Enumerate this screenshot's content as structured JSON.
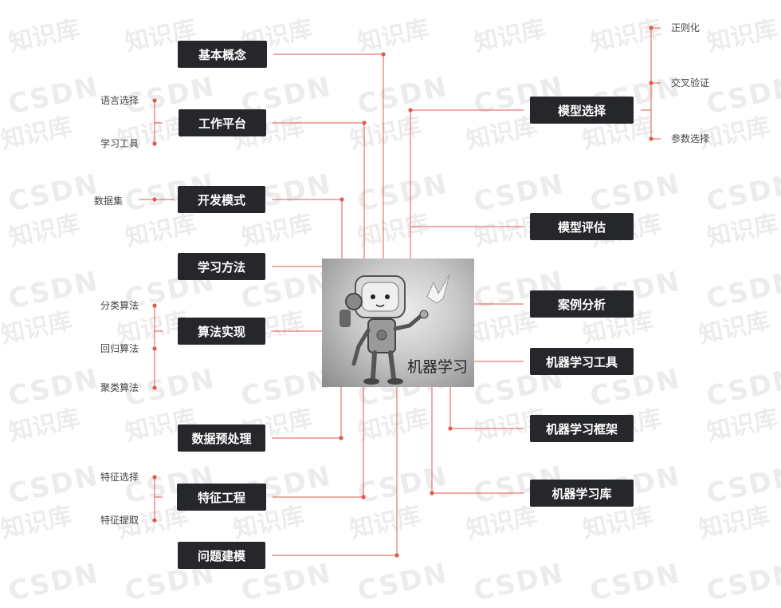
{
  "central_topic": "机器学习",
  "watermark": {
    "brand_a": "知识库",
    "brand_b": "CSDN"
  },
  "left_topics": [
    {
      "label": "基本概念"
    },
    {
      "label": "工作平台",
      "children": [
        "语言选择",
        "学习工具"
      ]
    },
    {
      "label": "开发模式",
      "children": [
        "数据集"
      ]
    },
    {
      "label": "学习方法"
    },
    {
      "label": "算法实现",
      "children": [
        "分类算法",
        "回归算法",
        "聚类算法"
      ]
    },
    {
      "label": "数据预处理"
    },
    {
      "label": "特征工程",
      "children": [
        "特征选择",
        "特征提取"
      ]
    },
    {
      "label": "问题建模"
    }
  ],
  "right_topics": [
    {
      "label": "模型选择",
      "children": [
        "正则化",
        "交叉验证",
        "参数选择"
      ]
    },
    {
      "label": "模型评估"
    },
    {
      "label": "案例分析"
    },
    {
      "label": "机器学习工具"
    },
    {
      "label": "机器学习框架"
    },
    {
      "label": "机器学习库"
    }
  ],
  "colors": {
    "node_bg": "#26272b",
    "node_text": "#ffffff",
    "connector": "#e05a4f",
    "leaf_text": "#444444"
  }
}
